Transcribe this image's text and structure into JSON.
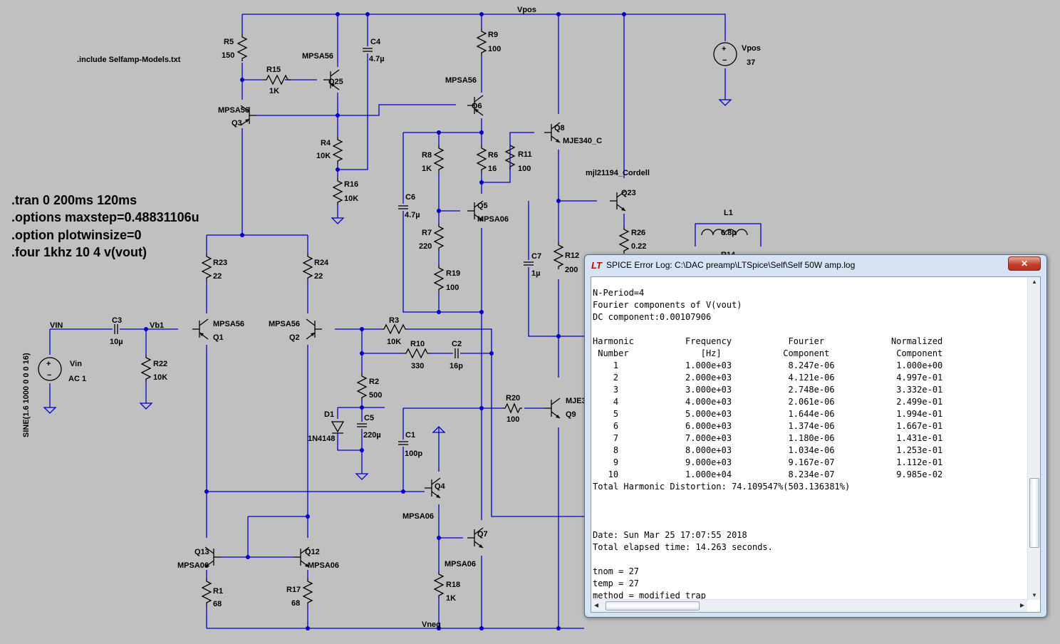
{
  "schematic": {
    "directives": [
      ".tran 0 200ms 120ms",
      ".options maxstep=0.48831106u",
      ".option plotwinsize=0",
      ".four 1khz 10 4 v(vout)"
    ],
    "include": ".include Selfamp-Models.txt",
    "nets": {
      "vpos": "Vpos",
      "vneg": "Vneg",
      "vin": "VIN",
      "vb1": "Vb1"
    },
    "sources": {
      "vpos_name": "Vpos",
      "vpos_value": "37",
      "vin_name": "Vin",
      "vin_value": "AC 1",
      "sine": "SINE(1.6 1000 0 0 0 16)"
    },
    "parts": {
      "r5": "R5",
      "r5v": "150",
      "r15": "R15",
      "r15v": "1K",
      "q25": "Q25",
      "q25m": "MPSA56",
      "c4": "C4",
      "c4v": "4.7µ",
      "r9": "R9",
      "r9v": "100",
      "q3": "Q3",
      "q3m": "MPSA56",
      "r4": "R4",
      "r4v": "10K",
      "r16": "R16",
      "r16v": "10K",
      "q6": "Q6",
      "q6m": "MPSA56",
      "r8": "R8",
      "r8v": "1K",
      "r6": "R6",
      "r6v": "16",
      "r11": "R11",
      "r11v": "100",
      "q8": "Q8",
      "q8m": "MJE340_C",
      "q23": "Q23",
      "q23m": "mjl21194_Cordell",
      "c6": "C6",
      "c6v": "4.7µ",
      "q5": "Q5",
      "q5m": "MPSA06",
      "r7": "R7",
      "r7v": "220",
      "r19": "R19",
      "r19v": "100",
      "r26": "R26",
      "r26v": "0.22",
      "l1": "L1",
      "l1v": "6.8µ",
      "r14": "R14",
      "c7": "C7",
      "c7v": "1µ",
      "r12": "R12",
      "r12v": "200",
      "r23": "R23",
      "r23v": "22",
      "r24": "R24",
      "r24v": "22",
      "c3": "C3",
      "c3v": "10µ",
      "r22": "R22",
      "r22v": "10K",
      "q1": "Q1",
      "q1m": "MPSA56",
      "q2": "Q2",
      "q2m": "MPSA56",
      "r3": "R3",
      "r3v": "10K",
      "r10": "R10",
      "r10v": "330",
      "c2": "C2",
      "c2v": "16p",
      "r2": "R2",
      "r2v": "500",
      "d1": "D1",
      "d1m": "1N4148",
      "c5": "C5",
      "c5v": "220µ",
      "r20": "R20",
      "r20v": "100",
      "q9": "Q9",
      "q9m": "MJE3",
      "c1": "C1",
      "c1v": "100p",
      "q4": "Q4",
      "q4m": "MPSA06",
      "q7": "Q7",
      "q7m": "MPSA06",
      "q13": "Q13",
      "q13m": "MPSA06",
      "q12": "Q12",
      "q12m": "MPSA06",
      "r1": "R1",
      "r1v": "68",
      "r17": "R17",
      "r17v": "68",
      "r18": "R18",
      "r18v": "1K"
    }
  },
  "log_window": {
    "title": "SPICE Error Log: C:\\DAC preamp\\LTSpice\\Self\\Self 50W amp.log",
    "app_icon": "LT",
    "close_glyph": "✕",
    "icons": {
      "close": "close-icon",
      "app": "ltspice-logo-icon"
    },
    "content": "N-Period=4\nFourier components of V(vout)\nDC component:0.00107906\n\nHarmonic          Frequency           Fourier             Normalized\n Number              [Hz]            Component             Component\n    1             1.000e+03           8.247e-06            1.000e+00\n    2             2.000e+03           4.121e-06            4.997e-01\n    3             3.000e+03           2.748e-06            3.332e-01\n    4             4.000e+03           2.061e-06            2.499e-01\n    5             5.000e+03           1.644e-06            1.994e-01\n    6             6.000e+03           1.374e-06            1.667e-01\n    7             7.000e+03           1.180e-06            1.431e-01\n    8             8.000e+03           1.034e-06            1.253e-01\n    9             9.000e+03           9.167e-07            1.112e-01\n   10             1.000e+04           8.234e-07            9.985e-02\nTotal Harmonic Distortion: 74.109547%(503.136381%)\n\n\n\nDate: Sun Mar 25 17:07:55 2018\nTotal elapsed time: 14.263 seconds.\n\ntnom = 27\ntemp = 27\nmethod = modified trap"
  }
}
